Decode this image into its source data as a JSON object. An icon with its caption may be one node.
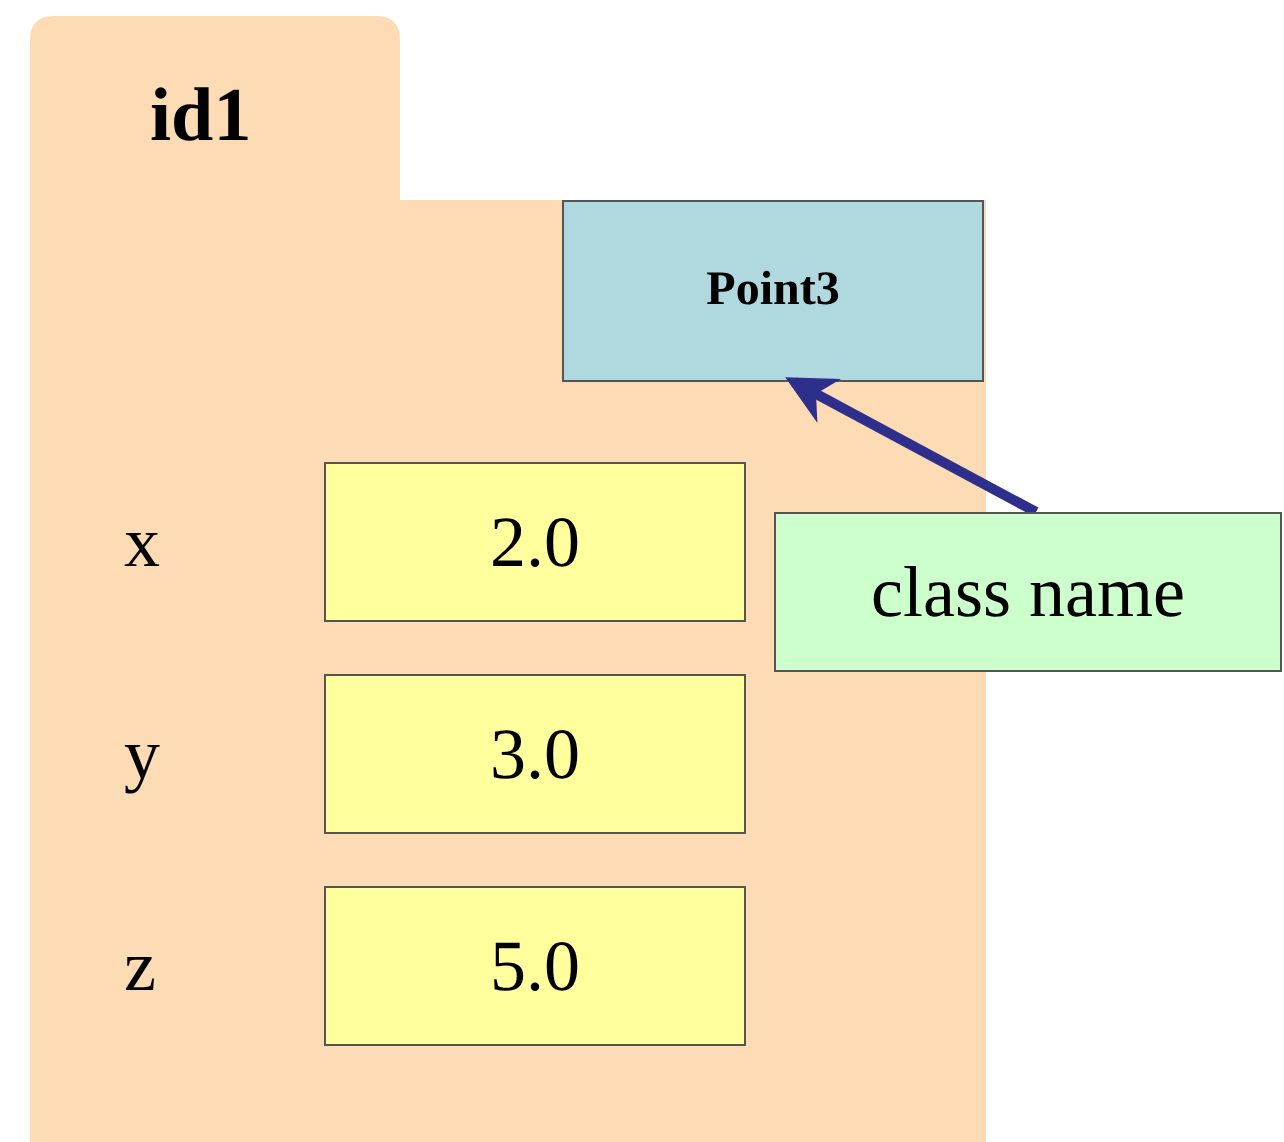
{
  "diagram": {
    "nodes": [
      {
        "text": [
          "id1"
        ]
      },
      {
        "text": [
          "Point3"
        ],
        "in": 0
      },
      {
        "text": [
          "2.0"
        ],
        "in": 0,
        "beside": [
          "x"
        ]
      },
      {
        "text": [
          "3.0"
        ],
        "in": 0,
        "beside": [
          "y"
        ]
      },
      {
        "text": [
          "5.0"
        ],
        "in": 0,
        "beside": [
          "z"
        ]
      },
      {
        "text": [
          "class name"
        ]
      }
    ],
    "edges": [
      {
        "from": 5,
        "to": 1,
        "arrow": "to"
      }
    ]
  }
}
